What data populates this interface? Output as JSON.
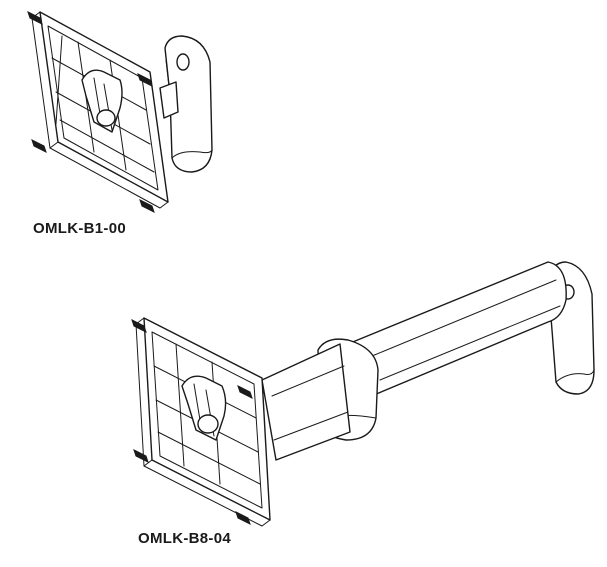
{
  "figure": {
    "products": [
      {
        "model": "OMLK-B1-00",
        "kind": "short-plate-mount"
      },
      {
        "model": "OMLK-B8-04",
        "kind": "extended-arm-mount"
      }
    ]
  }
}
